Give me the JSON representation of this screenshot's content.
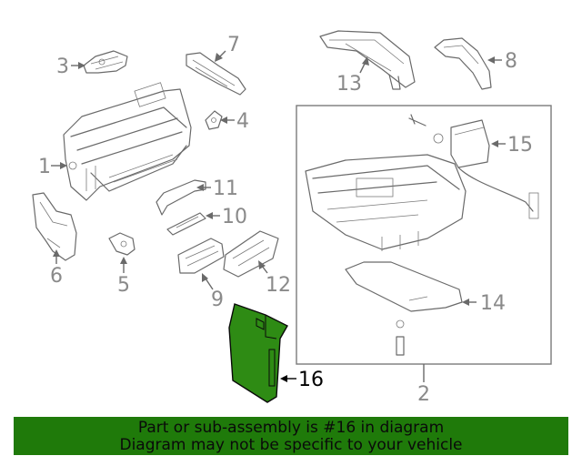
{
  "labels": {
    "p1": "1",
    "p2": "2",
    "p3": "3",
    "p4": "4",
    "p5": "5",
    "p6": "6",
    "p7": "7",
    "p8": "8",
    "p9": "9",
    "p10": "10",
    "p11": "11",
    "p12": "12",
    "p13": "13",
    "p14": "14",
    "p15": "15",
    "p16": "16"
  },
  "highlight": {
    "part": "16",
    "color": "#2e8b14"
  },
  "banner": {
    "line1": "Part or sub-assembly is #16 in diagram",
    "line2": "Diagram may not be specific to your vehicle",
    "color": "#1f7a0a"
  }
}
